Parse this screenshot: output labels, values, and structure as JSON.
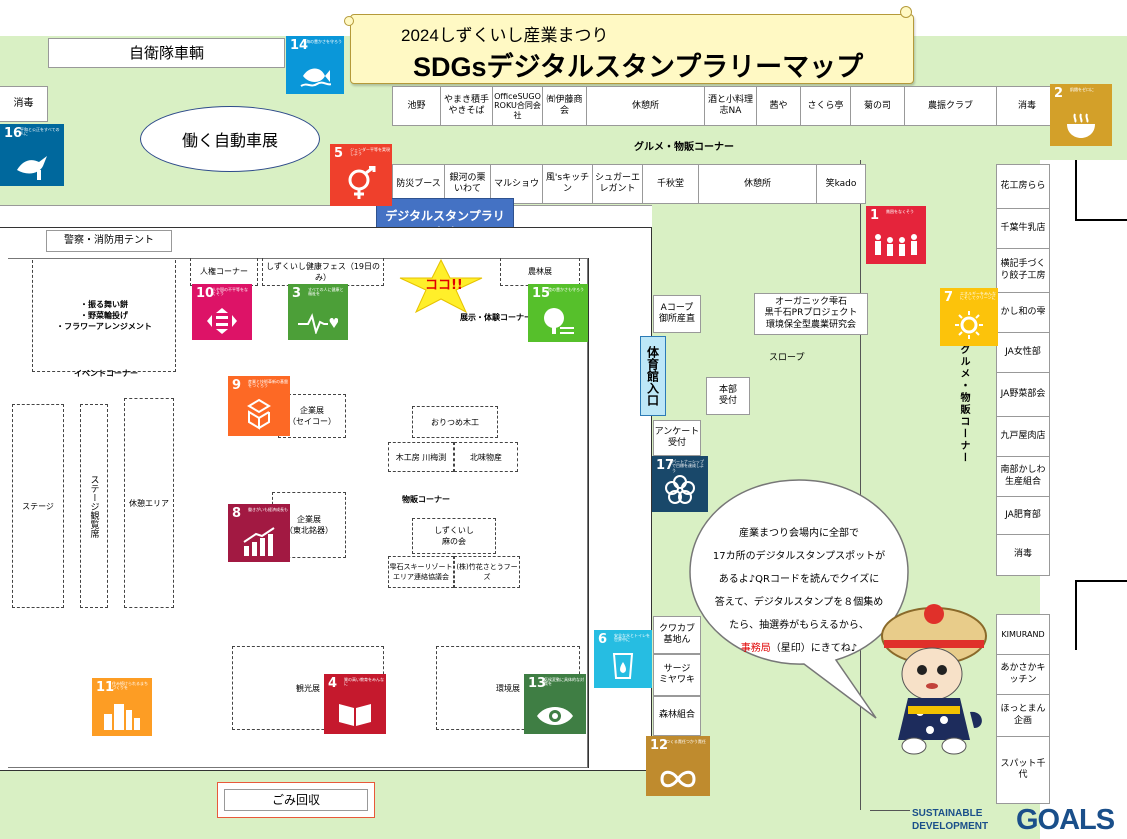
{
  "title": {
    "year_line": "2024しずくいし産業まつり",
    "main": "SDGsデジタルスタンプラリーマップ"
  },
  "top_left": {
    "jieitai": "自衛隊車輌",
    "shodoku": "消毒",
    "hataraku": "働く自動車展"
  },
  "top_row": [
    "池野",
    "やまき積手やきそば",
    "OfficeSUGOROKU合同会社",
    "㈲伊藤商会",
    "休憩所",
    "酒と小料理志NA",
    "茜や",
    "さくら亭",
    "菊の司",
    "農振クラブ",
    "消毒"
  ],
  "gourmet_label": "グルメ・物販コーナー",
  "second_row": [
    "防災ブース",
    "銀河の栗いわて",
    "マルショウ",
    "風'sキッチン",
    "シュガーエレガント",
    "千秋堂",
    "休憩所",
    "笑kado"
  ],
  "stamp_office": {
    "label": "デジタルスタンプラリー事務局",
    "koko": "ココ!!"
  },
  "hall": {
    "keisatsu": "警察・消防用テント",
    "jinken": "人権コーナー",
    "kenko_fes": "しずくいし健康フェス（19日のみ）",
    "norin": "農林展",
    "kuzuri": "・振る舞い餅\n・野菜輪投げ\n・フラワーアレンジメント",
    "event": "イベントコーナー",
    "tenji": "展示・体験コーナー",
    "stage": "ステージ",
    "stage_kansho": "ステージ観覧席",
    "kyukei": "休憩エリア",
    "kigyo1": "企業展\n（セイコー）",
    "oritsume": "おりつめ木工",
    "mokkou": "木工房 川梅渕",
    "hokumi": "北味物産",
    "buppan": "物販コーナー",
    "kigyo2": "企業展\n（東北銘器）",
    "asa": "しずくいし\n麻の会",
    "ski": "雫石スキーリゾートエリア連絡協議会",
    "takehana": "(株)竹花さとうフーズ",
    "kanko": "観光展",
    "kankyo": "環境展"
  },
  "middle": {
    "acoop": "Aコープ\n御所産直",
    "organic": "オーガニック雫石\n黒千石PRプロジェクト\n環境保全型農業研究会",
    "slope": "スロープ",
    "taiikukan": "体育館入口",
    "honbu": "本部\n受付",
    "anketo": "アンケート\n受付",
    "kuwakabu": "クワカブ\n基地ん",
    "saji": "サージ\nミヤワキ",
    "shinrin": "森林組合"
  },
  "right_col": [
    "花工房らら",
    "千葉牛乳店",
    "横記手づくり餃子工房",
    "かし和の雫",
    "JA女性部",
    "JA野菜部会",
    "九戸屋肉店",
    "南部かしわ生産組合",
    "JA肥育部",
    "消毒"
  ],
  "right_vertical": "グルメ・物販コーナー",
  "right_bottom": [
    "KIMURAND",
    "あかさかキッチン",
    "ほっとまん企画",
    "スパット千代"
  ],
  "bubble": {
    "line1": "産業まつり会場内に全部で",
    "line2": "17カ所のデジタルスタンプスポットが",
    "line3": "あるよ♪QRコードを読んでクイズに",
    "line4": "答えて、デジタルスタンプを８個集め",
    "line5": "たら、抽選券がもらえるから、",
    "office": "事務局",
    "line6": "（星印）にきてね♪"
  },
  "gomi": "ごみ回収",
  "sdgs_logo": {
    "line1": "SUSTAINABLE",
    "line2": "DEVELOPMENT",
    "goals": "GOALS"
  },
  "sdgs": [
    {
      "num": "14",
      "cap": "海の豊かさを守ろう",
      "color": "#0a97d9"
    },
    {
      "num": "16",
      "cap": "平和と公正をすべての人に",
      "color": "#00689d"
    },
    {
      "num": "5",
      "cap": "ジェンダー平等を実現しよう",
      "color": "#ef402c"
    },
    {
      "num": "2",
      "cap": "飢餓をゼロに",
      "color": "#d3a029"
    },
    {
      "num": "1",
      "cap": "貧困をなくそう",
      "color": "#e5243b"
    },
    {
      "num": "7",
      "cap": "エネルギーをみんなにそしてクリーンに",
      "color": "#fcc30b"
    },
    {
      "num": "10",
      "cap": "人や国の不平等をなくそう",
      "color": "#dd1367"
    },
    {
      "num": "3",
      "cap": "すべての人に健康と福祉を",
      "color": "#4c9f38"
    },
    {
      "num": "15",
      "cap": "陸の豊かさも守ろう",
      "color": "#56c02b"
    },
    {
      "num": "9",
      "cap": "産業と技術革新の基盤をつくろう",
      "color": "#fd6925"
    },
    {
      "num": "8",
      "cap": "働きがいも経済成長も",
      "color": "#a21942"
    },
    {
      "num": "17",
      "cap": "パートナーシップで目標を達成しよう",
      "color": "#19486a"
    },
    {
      "num": "6",
      "cap": "安全な水とトイレを世界中に",
      "color": "#26bde2"
    },
    {
      "num": "11",
      "cap": "住み続けられるまちづくりを",
      "color": "#fd9d24"
    },
    {
      "num": "4",
      "cap": "質の高い教育をみんなに",
      "color": "#c5192d"
    },
    {
      "num": "13",
      "cap": "気候変動に具体的な対策を",
      "color": "#3f7e44"
    },
    {
      "num": "12",
      "cap": "つくる責任つかう責任",
      "color": "#bf8b2e"
    }
  ]
}
